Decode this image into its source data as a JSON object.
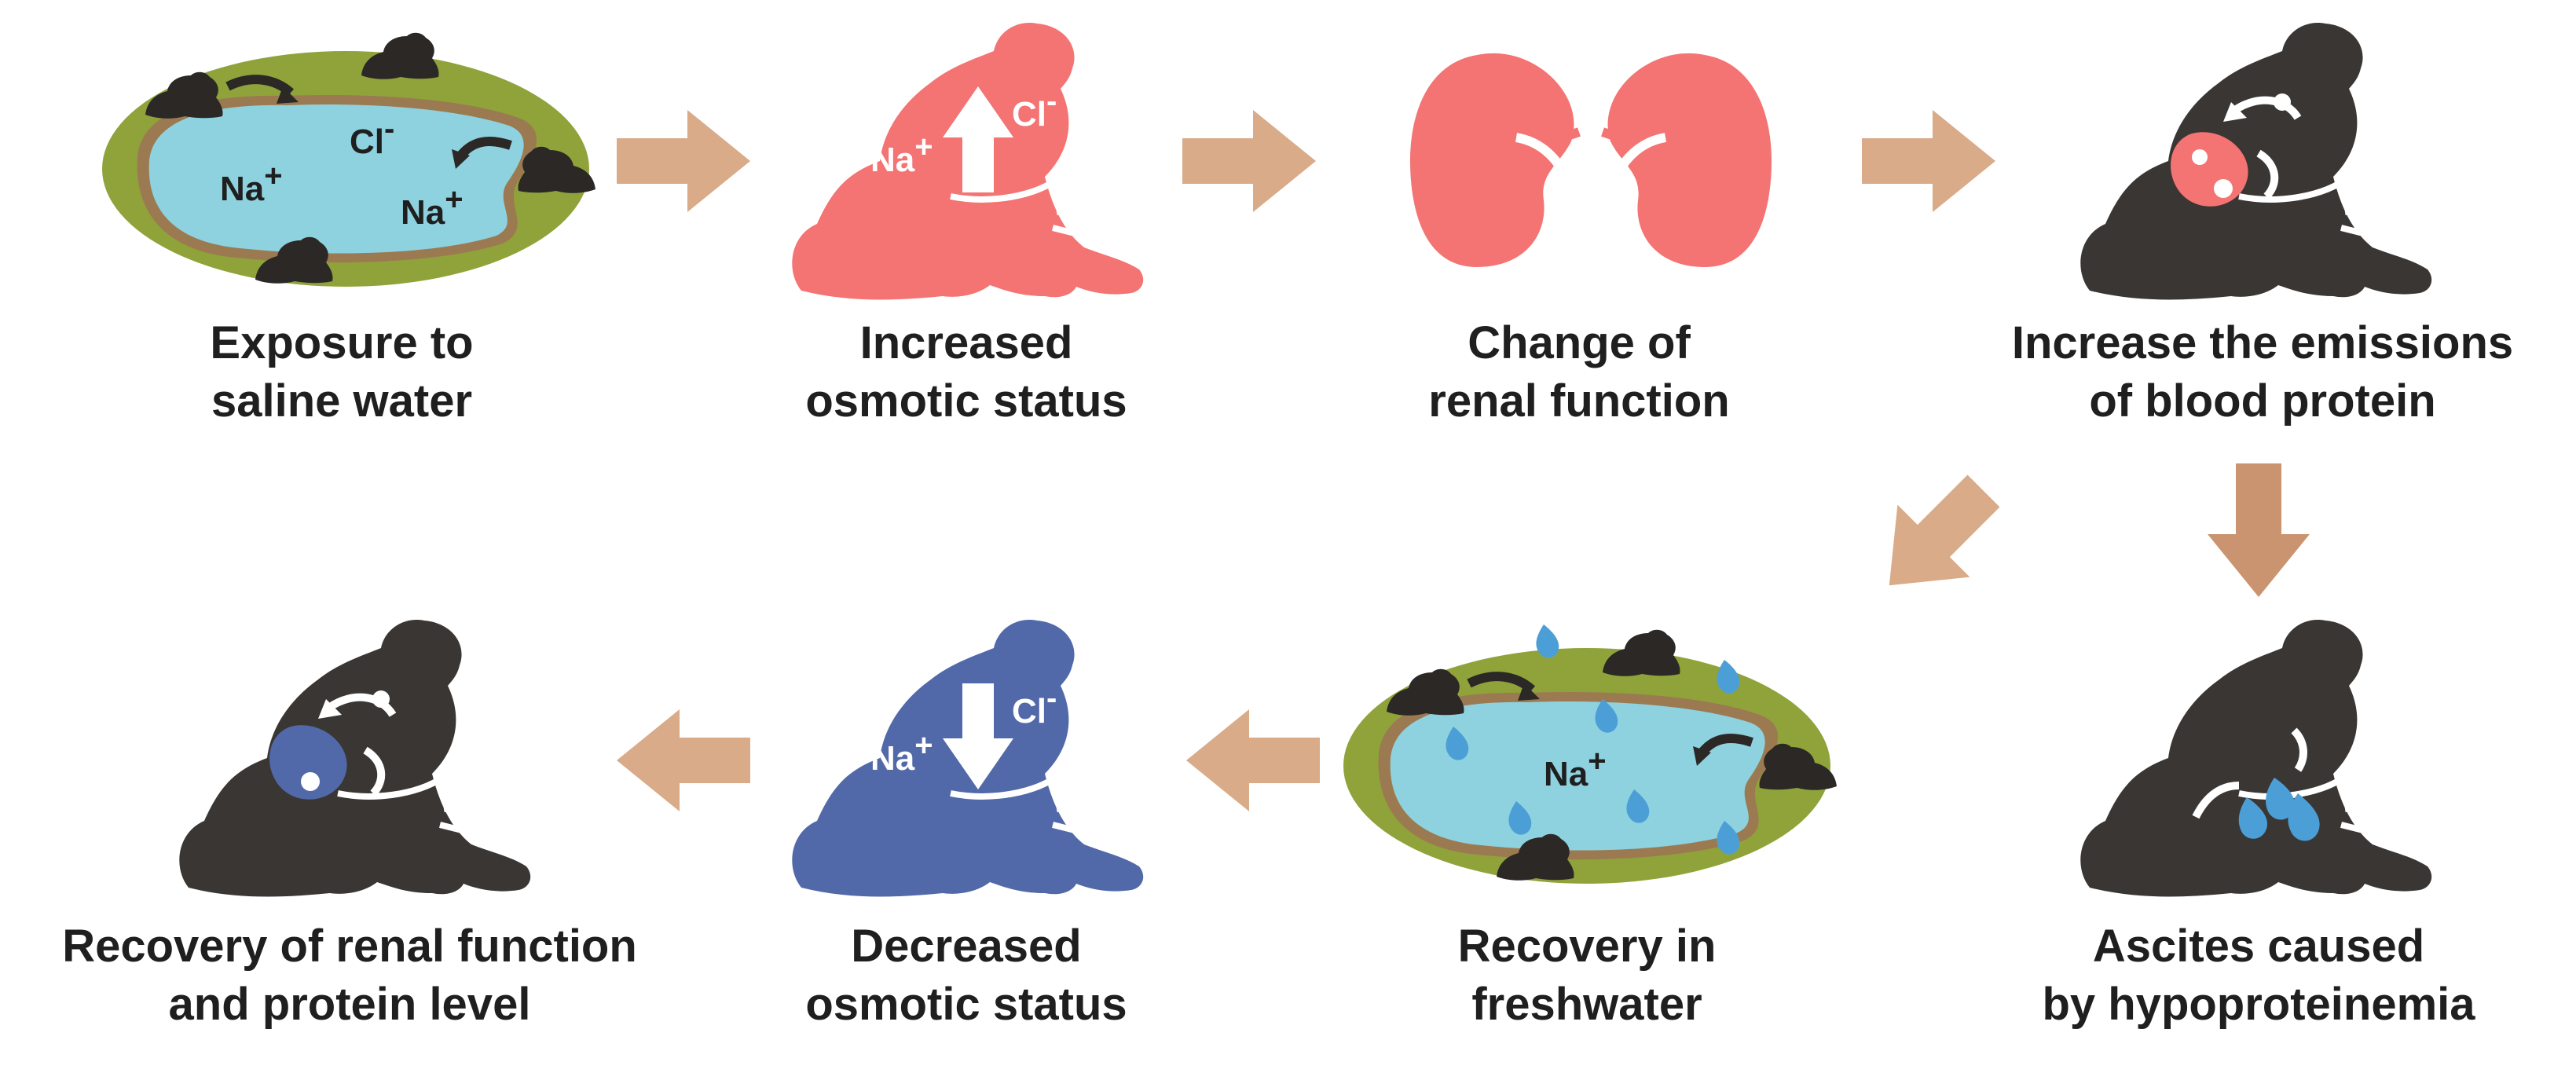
{
  "colors": {
    "arrow": "#d9ab89",
    "arrow_down": "#c9946f",
    "salt_frog": "#f47373",
    "fresh_frog": "#5169a8",
    "dark_frog": "#3a3633",
    "pond_grass": "#8fa33a",
    "pond_bank": "#9b7a52",
    "pond_water": "#8ed2df",
    "drop": "#4c9fd6"
  },
  "steps": [
    {
      "id": "exposure",
      "lines": [
        "Exposure to",
        "saline water"
      ],
      "icon": "saline-pond-icon",
      "ions": [
        "Cl-",
        "Na+",
        "Na+"
      ]
    },
    {
      "id": "increased",
      "lines": [
        "Increased",
        "osmotic status"
      ],
      "icon": "red-frog-up-arrow-icon",
      "ions": [
        "Na+",
        "Cl-"
      ]
    },
    {
      "id": "renal",
      "lines": [
        "Change of",
        "renal function"
      ],
      "icon": "kidneys-icon"
    },
    {
      "id": "emissions",
      "lines": [
        "Increase the emissions",
        "of blood protein"
      ],
      "icon": "dark-frog-red-kidney-icon"
    },
    {
      "id": "ascites",
      "lines": [
        "Ascites caused",
        "by hypoproteinemia"
      ],
      "icon": "dark-frog-fluid-drops-icon"
    },
    {
      "id": "freshwater",
      "lines": [
        "Recovery in",
        "freshwater"
      ],
      "icon": "freshwater-pond-icon",
      "ions": [
        "Na+"
      ]
    },
    {
      "id": "decreased",
      "lines": [
        "Decreased",
        "osmotic status"
      ],
      "icon": "blue-frog-down-arrow-icon",
      "ions": [
        "Na+",
        "Cl-"
      ]
    },
    {
      "id": "recovery",
      "lines": [
        "Recovery of renal function",
        "and protein level"
      ],
      "icon": "dark-frog-blue-kidney-icon"
    }
  ]
}
